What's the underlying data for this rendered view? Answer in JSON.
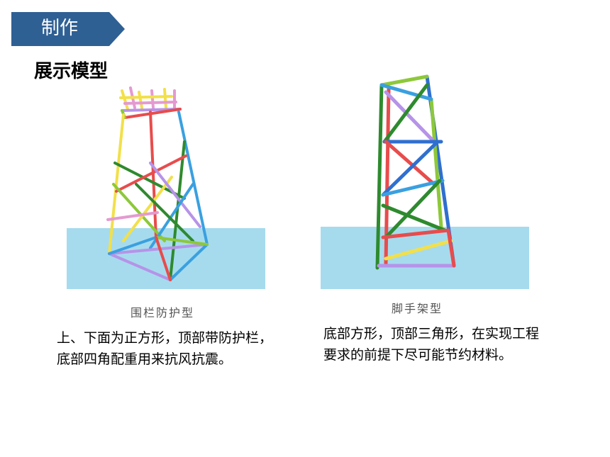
{
  "header": {
    "section_label": "制作",
    "subtitle": "展示模型"
  },
  "colors": {
    "badge": "#2f6094",
    "water": "#a6dbee"
  },
  "models": [
    {
      "caption": "围栏防护型",
      "description": "上、下面为正方形，顶部带防护栏，底部四角配重用来抗风抗震。"
    },
    {
      "caption": "脚手架型",
      "description": "底部方形，顶部三角形，在实现工程要求的前提下尽可能节约材料。"
    }
  ]
}
